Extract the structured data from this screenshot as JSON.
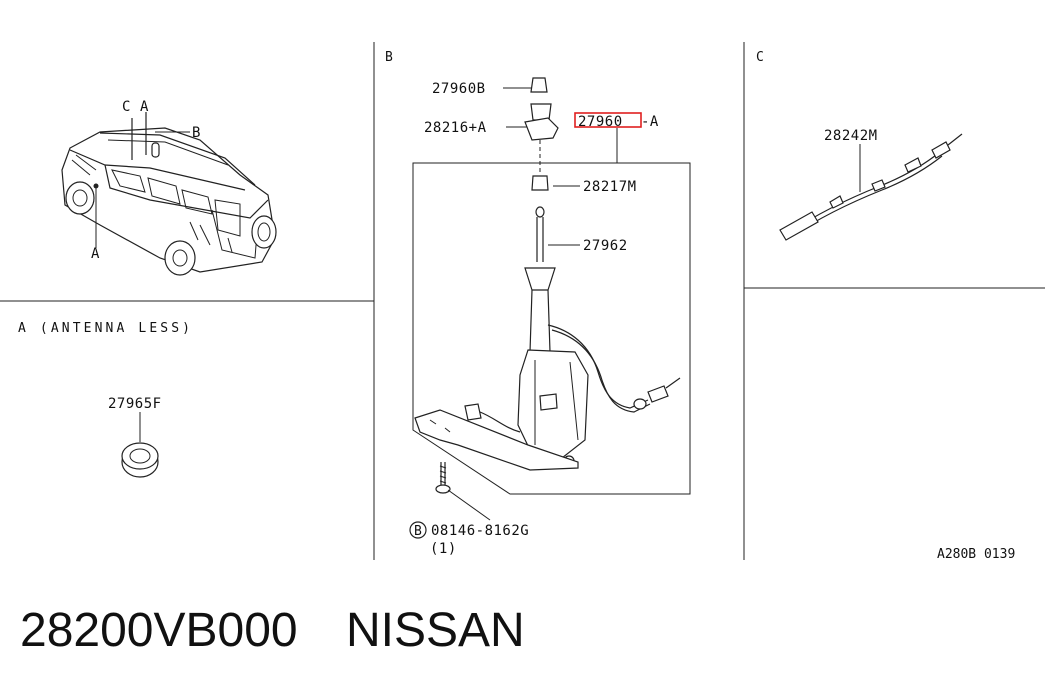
{
  "sections": {
    "b": "B",
    "c": "C",
    "a_title": "A (ANTENNA LESS)"
  },
  "vehicle_callouts": {
    "c": "C",
    "a_top": "A",
    "b": "B",
    "a_bottom": "A"
  },
  "labels": {
    "p27965f": "27965F",
    "p27960b": "27960B",
    "p28216a": "28216+A",
    "p27960a_code": "27960",
    "p27960a_suffix": "-A",
    "p28217m": "28217M",
    "p27962": "27962",
    "bolt_circle": "B",
    "bolt_code": "08146-8162G",
    "bolt_qty": "(1)",
    "p28242m": "28242M",
    "diagram_ref": "A280B 0139"
  },
  "highlight_color": "#e02020",
  "footer": {
    "part_number": "28200VB000",
    "brand": "NISSAN"
  }
}
